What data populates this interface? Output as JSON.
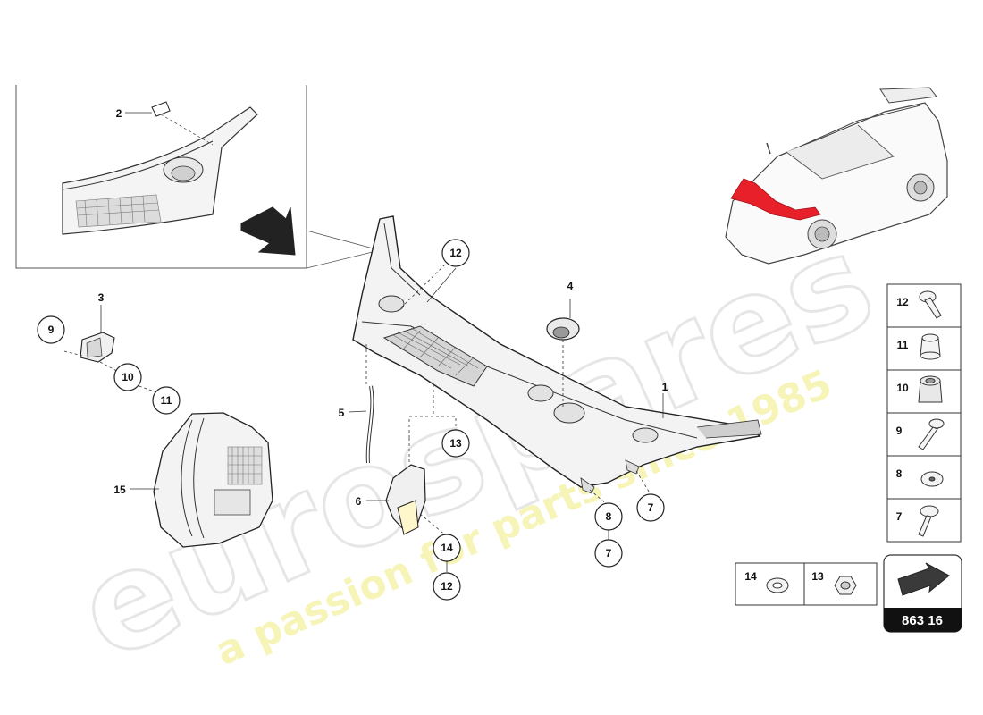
{
  "diagram": {
    "figure_number": "863 16",
    "callouts": [
      {
        "id": "c2",
        "text": "2"
      },
      {
        "id": "c3",
        "text": "3"
      },
      {
        "id": "c9",
        "text": "9"
      },
      {
        "id": "c10",
        "text": "10"
      },
      {
        "id": "c11",
        "text": "11"
      },
      {
        "id": "c15",
        "text": "15"
      },
      {
        "id": "c12a",
        "text": "12"
      },
      {
        "id": "c4",
        "text": "4"
      },
      {
        "id": "c1",
        "text": "1"
      },
      {
        "id": "c5",
        "text": "5"
      },
      {
        "id": "c13",
        "text": "13"
      },
      {
        "id": "c6",
        "text": "6"
      },
      {
        "id": "c14",
        "text": "14"
      },
      {
        "id": "c12b",
        "text": "12"
      },
      {
        "id": "c8",
        "text": "8"
      },
      {
        "id": "c7a",
        "text": "7"
      },
      {
        "id": "c7b",
        "text": "7"
      }
    ],
    "fastener_table": [
      {
        "num": "12",
        "icon": "torx-screw-icon"
      },
      {
        "num": "11",
        "icon": "spacer-sleeve-icon"
      },
      {
        "num": "10",
        "icon": "rubber-grommet-icon"
      },
      {
        "num": "9",
        "icon": "bolt-icon"
      },
      {
        "num": "8",
        "icon": "washer-icon"
      },
      {
        "num": "7",
        "icon": "flange-screw-icon"
      }
    ],
    "bottom_table": [
      {
        "num": "14",
        "icon": "flat-washer-icon"
      },
      {
        "num": "13",
        "icon": "hex-nut-icon"
      }
    ]
  },
  "watermark": {
    "brand": "eurospares",
    "tagline": "a passion for parts since 1985"
  },
  "colors": {
    "highlight": "#e8202a",
    "ink": "#222222",
    "figure_badge": "#111111"
  }
}
